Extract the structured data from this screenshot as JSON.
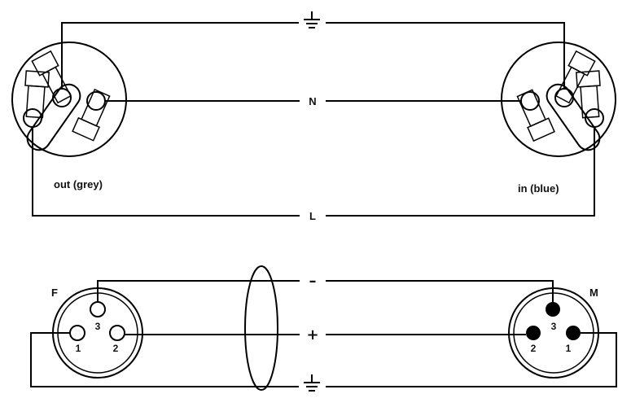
{
  "top_diagram": {
    "line_labels": {
      "neutral": "N",
      "live": "L"
    },
    "left_connector_label": "out (grey)",
    "right_connector_label": "in (blue)"
  },
  "bottom_diagram": {
    "female_label": "F",
    "male_label": "M",
    "minus_label": "–",
    "plus_label": "+",
    "female_pins": {
      "p1": "1",
      "p2": "2",
      "p3": "3"
    },
    "male_pins": {
      "p1": "1",
      "p2": "2",
      "p3": "3"
    }
  }
}
